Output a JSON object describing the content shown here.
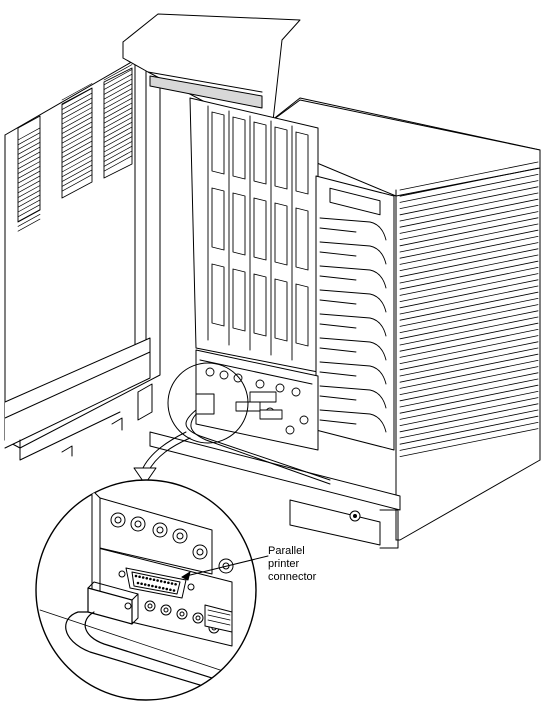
{
  "callout": {
    "lines": [
      "Parallel",
      "printer",
      "connector"
    ]
  },
  "colors": {
    "ink": "#000000",
    "panel_fill": "#ffffff",
    "shade": "#d8d8d8"
  },
  "icons": {
    "detail_arrow": "curved-arrow-icon"
  }
}
